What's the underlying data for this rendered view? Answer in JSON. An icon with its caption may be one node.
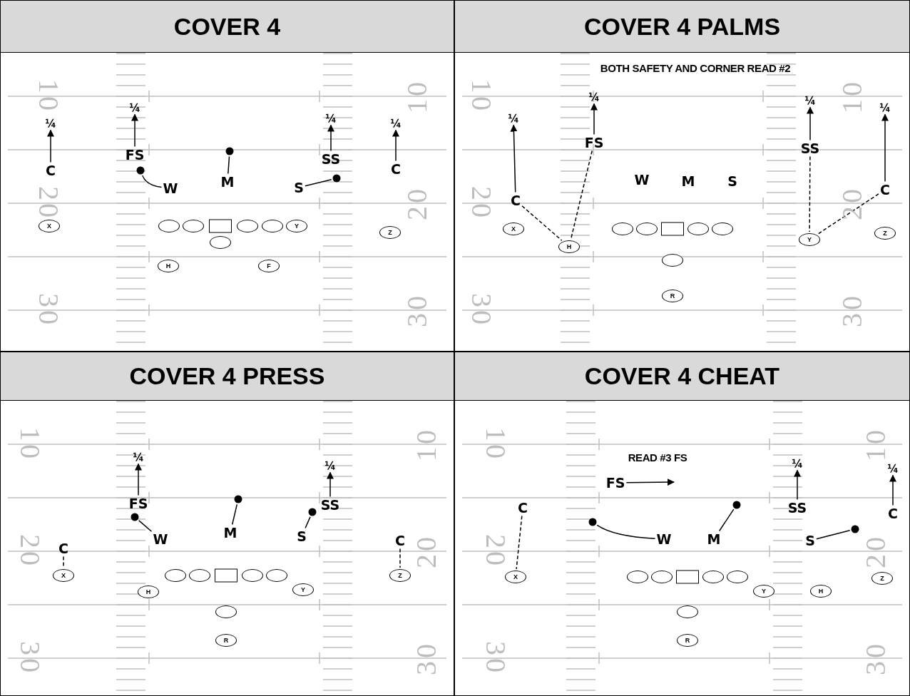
{
  "diagram": {
    "nodes": [
      {
        "text": [
          "COVER 4"
        ]
      },
      {
        "text": [
          "¼"
        ],
        "in": 0
      },
      {
        "text": [
          "¼"
        ],
        "in": 0
      },
      {
        "text": [
          "¼"
        ],
        "in": 0
      },
      {
        "text": [
          "¼"
        ],
        "in": 0
      },
      {
        "text": [
          "FS"
        ],
        "in": 0
      },
      {
        "text": [
          "SS"
        ],
        "in": 0
      },
      {
        "text": [
          "C"
        ],
        "in": 0
      },
      {
        "text": [
          "C"
        ],
        "in": 0
      },
      {
        "text": [
          "M"
        ],
        "in": 0
      },
      {
        "text": [
          "W"
        ],
        "in": 0
      },
      {
        "text": [
          "S"
        ],
        "in": 0
      },
      {
        "text": [
          "X"
        ],
        "in": 0
      },
      {
        "text": [],
        "shape": "ellipse",
        "in": 0
      },
      {
        "text": [],
        "shape": "ellipse",
        "in": 0
      },
      {
        "text": [],
        "shape": "box",
        "in": 0
      },
      {
        "text": [],
        "shape": "ellipse",
        "in": 0
      },
      {
        "text": [],
        "shape": "ellipse",
        "in": 0
      },
      {
        "text": [
          "Y"
        ],
        "in": 0
      },
      {
        "text": [
          "Z"
        ],
        "in": 0
      },
      {
        "text": [],
        "shape": "ellipse",
        "in": 0
      },
      {
        "text": [
          "H"
        ],
        "in": 0
      },
      {
        "text": [
          "F"
        ],
        "in": 0
      },
      {
        "text": [
          "COVER 4 PALMS"
        ]
      },
      {
        "text": [
          "¼"
        ],
        "in": 23
      },
      {
        "text": [
          "¼"
        ],
        "in": 23
      },
      {
        "text": [
          "¼"
        ],
        "in": 23
      },
      {
        "text": [
          "¼"
        ],
        "in": 23
      },
      {
        "text": [
          "FS"
        ],
        "in": 23
      },
      {
        "text": [
          "SS"
        ],
        "in": 23
      },
      {
        "text": [
          "W"
        ],
        "in": 23
      },
      {
        "text": [
          "M"
        ],
        "in": 23
      },
      {
        "text": [
          "S"
        ],
        "in": 23
      },
      {
        "text": [
          "C"
        ],
        "in": 23
      },
      {
        "text": [
          "C"
        ],
        "in": 23
      },
      {
        "text": [
          "X"
        ],
        "in": 23
      },
      {
        "text": [],
        "shape": "ellipse",
        "in": 23
      },
      {
        "text": [],
        "shape": "ellipse",
        "in": 23
      },
      {
        "text": [],
        "shape": "box",
        "in": 23
      },
      {
        "text": [],
        "shape": "ellipse",
        "in": 23
      },
      {
        "text": [],
        "shape": "ellipse",
        "in": 23
      },
      {
        "text": [
          "Z"
        ],
        "in": 23
      },
      {
        "text": [
          "Y"
        ],
        "in": 23
      },
      {
        "text": [
          "H"
        ],
        "in": 23
      },
      {
        "text": [],
        "shape": "ellipse",
        "in": 23
      },
      {
        "text": [
          "R"
        ],
        "in": 23
      },
      {
        "text": [
          "COVER 4 PRESS"
        ]
      },
      {
        "text": [
          "¼"
        ],
        "in": 46
      },
      {
        "text": [
          "¼"
        ],
        "in": 46
      },
      {
        "text": [
          "FS"
        ],
        "in": 46
      },
      {
        "text": [
          "SS"
        ],
        "in": 46
      },
      {
        "text": [
          "M"
        ],
        "in": 46
      },
      {
        "text": [
          "W"
        ],
        "in": 46
      },
      {
        "text": [
          "S"
        ],
        "in": 46
      },
      {
        "text": [
          "C"
        ],
        "in": 46
      },
      {
        "text": [
          "C"
        ],
        "in": 46
      },
      {
        "text": [
          "X"
        ],
        "in": 46
      },
      {
        "text": [],
        "shape": "ellipse",
        "in": 46
      },
      {
        "text": [],
        "shape": "ellipse",
        "in": 46
      },
      {
        "text": [],
        "shape": "box",
        "in": 46
      },
      {
        "text": [],
        "shape": "ellipse",
        "in": 46
      },
      {
        "text": [],
        "shape": "ellipse",
        "in": 46
      },
      {
        "text": [
          "Z"
        ],
        "in": 46
      },
      {
        "text": [
          "Y"
        ],
        "in": 46
      },
      {
        "text": [
          "H"
        ],
        "in": 46
      },
      {
        "text": [],
        "shape": "ellipse",
        "in": 46
      },
      {
        "text": [
          "R"
        ],
        "in": 46
      },
      {
        "text": [
          "COVER 4 CHEAT"
        ]
      },
      {
        "text": [
          "¼"
        ],
        "in": 67
      },
      {
        "text": [
          "¼"
        ],
        "in": 67
      },
      {
        "text": [
          "FS"
        ],
        "in": 67
      },
      {
        "text": [
          "SS"
        ],
        "in": 67
      },
      {
        "text": [
          "C"
        ],
        "in": 67
      },
      {
        "text": [
          "C"
        ],
        "in": 67
      },
      {
        "text": [
          "W"
        ],
        "in": 67
      },
      {
        "text": [
          "M"
        ],
        "in": 67
      },
      {
        "text": [
          "S"
        ],
        "in": 67
      },
      {
        "text": [
          "X"
        ],
        "in": 67
      },
      {
        "text": [],
        "shape": "ellipse",
        "in": 67
      },
      {
        "text": [],
        "shape": "ellipse",
        "in": 67
      },
      {
        "text": [],
        "shape": "box",
        "in": 67
      },
      {
        "text": [],
        "shape": "ellipse",
        "in": 67
      },
      {
        "text": [],
        "shape": "ellipse",
        "in": 67
      },
      {
        "text": [
          "Z"
        ],
        "in": 67
      },
      {
        "text": [
          "Y"
        ],
        "in": 67
      },
      {
        "text": [
          "H"
        ],
        "in": 67
      },
      {
        "text": [],
        "shape": "ellipse",
        "in": 67
      },
      {
        "text": [
          "R"
        ],
        "in": 67
      },
      {
        "text": [],
        "shape": "dot",
        "in": 0
      },
      {
        "text": [],
        "shape": "dot",
        "in": 0
      },
      {
        "text": [],
        "shape": "dot",
        "in": 0
      },
      {
        "text": [],
        "shape": "dot",
        "in": 46
      },
      {
        "text": [],
        "shape": "dot",
        "in": 46
      },
      {
        "text": [],
        "shape": "dot",
        "in": 46
      },
      {
        "text": [],
        "shape": "dot",
        "in": 67
      },
      {
        "text": [],
        "shape": "dot",
        "in": 67
      },
      {
        "text": [],
        "shape": "dot",
        "in": 67
      }
    ],
    "edges": [
      {
        "from": 7,
        "to": 1,
        "arrow": "to"
      },
      {
        "from": 5,
        "to": 2,
        "arrow": "to"
      },
      {
        "from": 6,
        "to": 3,
        "arrow": "to"
      },
      {
        "from": 8,
        "to": 4,
        "arrow": "to"
      },
      {
        "from": 10,
        "to": 88,
        "arrow": "none"
      },
      {
        "from": 9,
        "to": 89,
        "arrow": "none"
      },
      {
        "from": 11,
        "to": 90,
        "arrow": "none"
      },
      {
        "from": 33,
        "to": 27,
        "arrow": "to"
      },
      {
        "from": 28,
        "to": 24,
        "arrow": "to"
      },
      {
        "from": 29,
        "to": 25,
        "arrow": "to"
      },
      {
        "from": 34,
        "to": 26,
        "arrow": "to"
      },
      {
        "from": 33,
        "to": 43,
        "arrow": "none",
        "style": "dashed"
      },
      {
        "from": 28,
        "to": 43,
        "arrow": "none",
        "style": "dashed"
      },
      {
        "from": 29,
        "to": 42,
        "arrow": "none",
        "style": "dashed"
      },
      {
        "from": 34,
        "to": 42,
        "arrow": "none",
        "style": "dashed"
      },
      {
        "from": 49,
        "to": 47,
        "arrow": "to"
      },
      {
        "from": 50,
        "to": 48,
        "arrow": "to"
      },
      {
        "from": 52,
        "to": 91,
        "arrow": "none"
      },
      {
        "from": 51,
        "to": 92,
        "arrow": "none"
      },
      {
        "from": 53,
        "to": 93,
        "arrow": "none"
      },
      {
        "from": 54,
        "to": 56,
        "arrow": "none",
        "style": "dashed"
      },
      {
        "from": 55,
        "to": 62,
        "arrow": "none",
        "style": "dashed"
      },
      {
        "from": 70,
        "to": null,
        "arrow": "to"
      },
      {
        "from": 71,
        "to": 68,
        "arrow": "to"
      },
      {
        "from": 73,
        "to": 69,
        "arrow": "to"
      },
      {
        "from": 74,
        "to": 94,
        "arrow": "none"
      },
      {
        "from": 75,
        "to": 95,
        "arrow": "none"
      },
      {
        "from": 76,
        "to": 96,
        "arrow": "none"
      },
      {
        "from": 72,
        "to": 77,
        "arrow": "none",
        "style": "dashed"
      }
    ],
    "labels": [
      "10",
      "10",
      "20",
      "20",
      "30",
      "30",
      "BOTH SAFETY AND CORNER READ #2",
      "10",
      "10",
      "20",
      "20",
      "30",
      "30",
      "10",
      "10",
      "20",
      "20",
      "30",
      "30",
      "READ #3 FS",
      "10",
      "10",
      "20",
      "20",
      "30",
      "30"
    ]
  }
}
